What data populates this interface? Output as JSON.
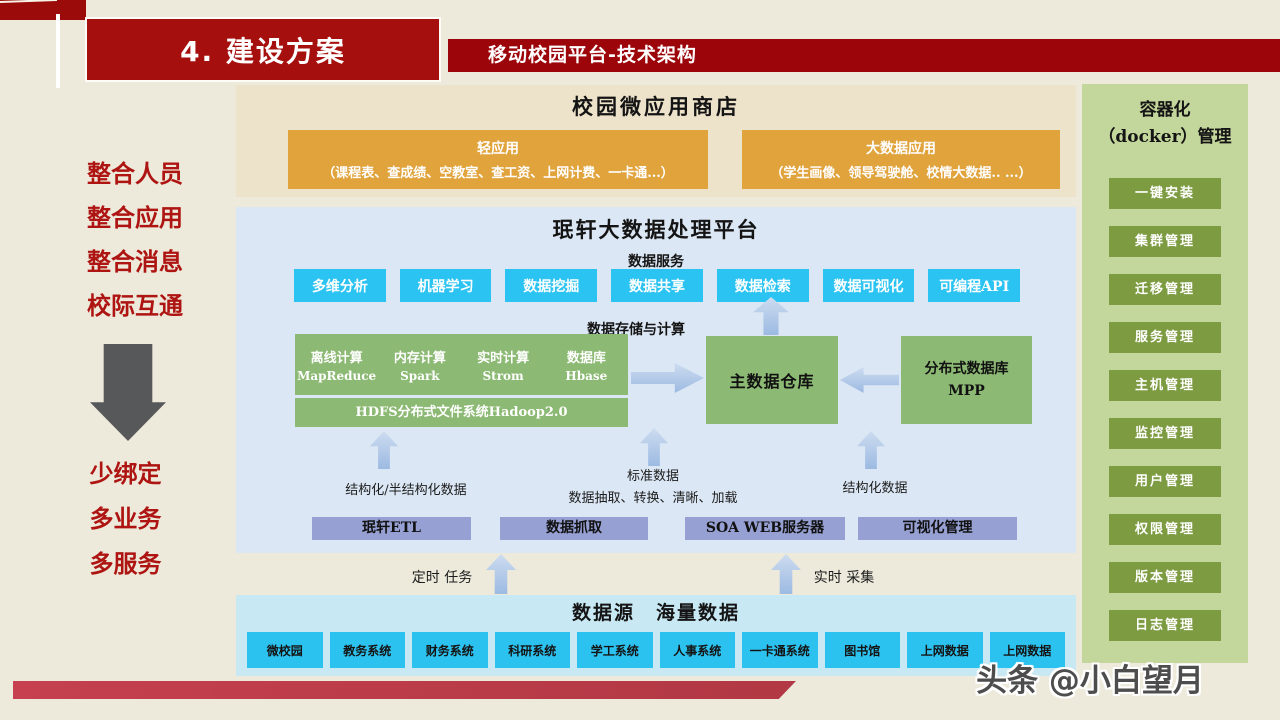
{
  "header": {
    "section_title": "4. 建设方案",
    "page_title": "移动校园平台-技术架构"
  },
  "left_panel": {
    "goals": [
      "整合人员",
      "整合应用",
      "整合消息",
      "校际互通"
    ],
    "results": [
      "少绑定",
      "多业务",
      "多服务"
    ]
  },
  "app_store": {
    "title": "校园微应用商店",
    "apps": [
      {
        "name": "轻应用",
        "detail": "（课程表、查成绩、空教室、查工资、上网计费、一卡通...）"
      },
      {
        "name": "大数据应用",
        "detail": "（学生画像、领导驾驶舱、校情大数据.. ...）"
      }
    ]
  },
  "platform": {
    "title": "珉轩大数据处理平台",
    "services_label": "数据服务",
    "services": [
      "多维分析",
      "机器学习",
      "数据挖掘",
      "数据共享",
      "数据检索",
      "数据可视化",
      "可编程API"
    ],
    "storage_label": "数据存储与计算",
    "compute": [
      {
        "name": "离线计算",
        "tech": "MapReduce"
      },
      {
        "name": "内存计算",
        "tech": "Spark"
      },
      {
        "name": "实时计算",
        "tech": "Strom"
      },
      {
        "name": "数据库",
        "tech": "Hbase"
      }
    ],
    "hdfs": "HDFS分布式文件系统Hadoop2.0",
    "warehouse": "主数据仓库",
    "mpp_line1": "分布式数据库",
    "mpp_line2": "MPP",
    "flow_labels": {
      "left": "结构化/半结构化数据",
      "center1": "标准数据",
      "center2": "数据抽取、转换、清晰、加载",
      "right": "结构化数据"
    },
    "tools": [
      "珉轩ETL",
      "数据抓取",
      "SOA WEB服务器",
      "可视化管理"
    ]
  },
  "ingest": {
    "timed": "定时 任务",
    "realtime": "实时 采集"
  },
  "sources": {
    "title": "数据源　海量数据",
    "items": [
      "微校园",
      "教务系统",
      "财务系统",
      "科研系统",
      "学工系统",
      "人事系统",
      "一卡通系统",
      "图书馆",
      "上网数据",
      "上网数据"
    ]
  },
  "docker": {
    "title_line1": "容器化",
    "title_line2": "（docker）管理",
    "buttons": [
      "一键安装",
      "集群管理",
      "迁移管理",
      "服务管理",
      "主机管理",
      "监控管理",
      "用户管理",
      "权限管理",
      "版本管理",
      "日志管理"
    ]
  },
  "footer": {
    "watermark": "头条 @小白望月"
  },
  "colors": {
    "page_bg": "#edeadb",
    "header_red": "#9c0509",
    "title_box_red": "#a50f0d",
    "accent_text_red": "#ae1512",
    "orange": "#e1a33c",
    "cyan": "#2bc3f2",
    "green": "#8cb973",
    "purple": "#96a0d3",
    "docker_bg": "#c3d69b",
    "docker_btn": "#7d9b41",
    "store_bg": "#ede2ca",
    "platform_bg": "#dbe7f4",
    "sources_bg": "#c8e9f4",
    "footer_bar": "#c6404f"
  }
}
